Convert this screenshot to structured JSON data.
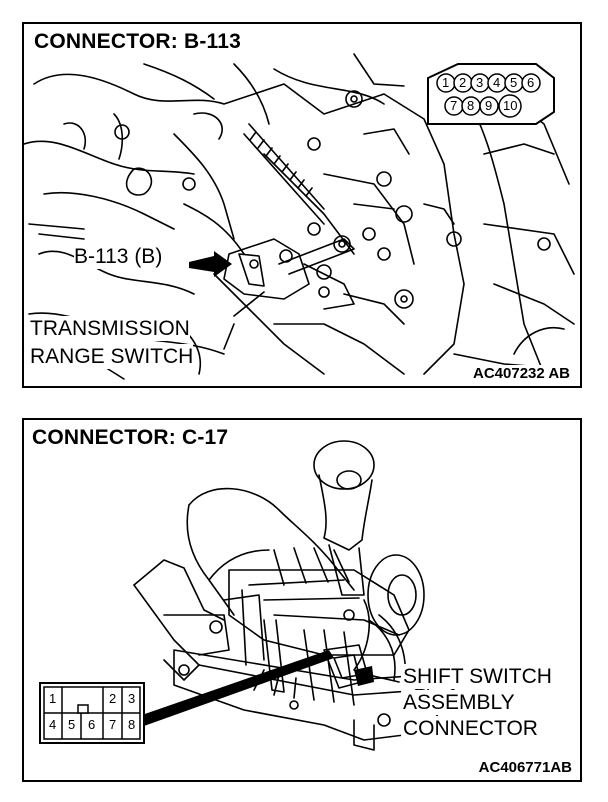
{
  "top_panel": {
    "title": "CONNECTOR: B-113",
    "callout": "B-113 (B)",
    "part_label_line1": "TRANSMISSION",
    "part_label_line2": "RANGE SWITCH",
    "figure_code": "AC407232 AB",
    "connector_pins_row1": [
      "1",
      "2",
      "3",
      "4",
      "5",
      "6"
    ],
    "connector_pins_row2": [
      "7",
      "8",
      "9",
      "10"
    ]
  },
  "bottom_panel": {
    "title": "CONNECTOR: C-17",
    "part_label_line1": "SHIFT SWITCH",
    "part_label_line2": "ASSEMBLY",
    "part_label_line3": "CONNECTOR",
    "figure_code": "AC406771AB",
    "connector_pins_row1": [
      "1",
      "2",
      "3"
    ],
    "connector_pins_row2": [
      "4",
      "5",
      "6",
      "7",
      "8"
    ]
  }
}
